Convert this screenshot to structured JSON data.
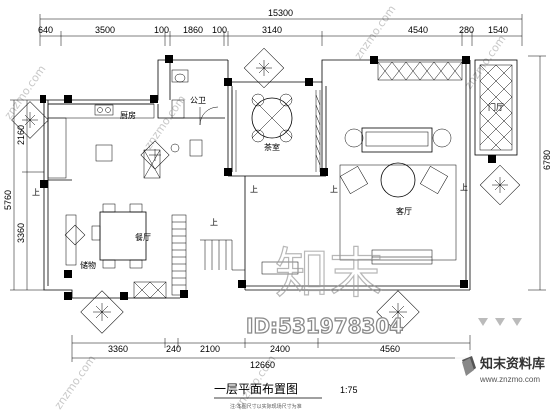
{
  "dimensions": {
    "top": [
      "15300",
      "640",
      "3500",
      "100",
      "1860",
      "100",
      "3140",
      "4540",
      "280",
      "1540"
    ],
    "left": [
      "2160",
      "3360",
      "5760"
    ],
    "right": [
      "6780"
    ],
    "bottom": [
      "3360",
      "240",
      "2100",
      "2400",
      "4560",
      "12660"
    ]
  },
  "rooms": {
    "kitchen": "厨房",
    "bathroom": "公卫",
    "tea_room": "茶室",
    "dining": "餐厅",
    "living": "客厅",
    "courtyard": "门厅",
    "storage": "储物",
    "up_mark": "上"
  },
  "title": {
    "text": "一层平面布置图",
    "scale": "1:75",
    "subtitle": "注:本图尺寸以实际现场尺寸为准"
  },
  "watermark": {
    "chinese": "知末",
    "id": "ID:531978304",
    "diag": "znzmo.com",
    "logo": "知末资料库",
    "url": "www.znzmo.com"
  }
}
